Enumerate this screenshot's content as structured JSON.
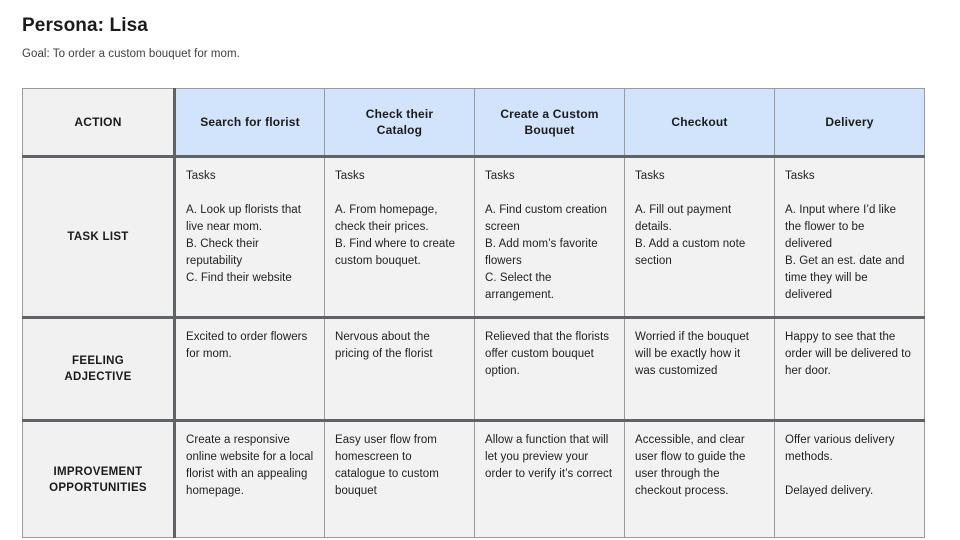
{
  "header": {
    "title": "Persona: Lisa",
    "goal": "Goal: To order a custom bouquet for mom."
  },
  "table": {
    "row_labels": {
      "action": "ACTION",
      "task_list": "TASK LIST",
      "feeling_adjective": "FEELING\nADJECTIVE",
      "improvement_opportunities": "IMPROVEMENT\nOPPORTUNITIES"
    },
    "stages": [
      "Search for florist",
      "Check their\nCatalog",
      "Create a Custom\nBouquet",
      "Checkout",
      "Delivery"
    ],
    "tasks_heading": "Tasks",
    "tasks": [
      "A. Look up florists that live near mom.\nB. Check their reputability\nC. Find their website",
      "A. From homepage, check their prices.\nB.  Find where to create custom bouquet.",
      "A. Find custom creation screen\nB. Add mom’s favorite flowers\nC. Select the arrangement.",
      "A. Fill out payment details.\nB. Add a custom note section",
      "A. Input where I’d like the flower to be delivered\nB. Get an est. date and time they will be delivered"
    ],
    "feelings": [
      "Excited to order flowers for mom.",
      "Nervous about the pricing of the florist",
      "Relieved that the florists offer custom bouquet option.",
      "Worried if the bouquet will be exactly how it was customized",
      "Happy to see that the order will be delivered to her door."
    ],
    "improvements": [
      "Create a responsive online website for a local florist with an appealing homepage.",
      "Easy user flow from homescreen to catalogue to custom bouquet",
      "Allow a function that will let you preview your order to verify it’s correct",
      "Accessible, and clear user flow to guide the user through the checkout process.",
      "Offer various delivery methods.\n\nDelayed delivery."
    ]
  },
  "colors": {
    "header_blue": "#d2e3fc",
    "label_gray": "#f1f1f1",
    "cell_gray": "#f2f2f2",
    "thick_border": "#5f6368",
    "thin_border": "#9a9a9a"
  }
}
